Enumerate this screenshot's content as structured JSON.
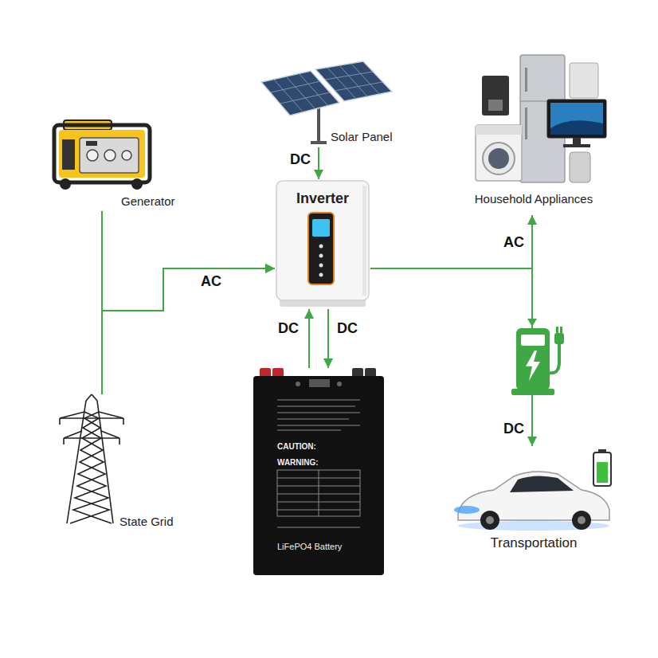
{
  "diagram": {
    "nodes": [
      {
        "text": [
          "Generator"
        ]
      },
      {
        "text": [
          "Solar Panel"
        ]
      },
      {
        "text": [
          "Inverter"
        ]
      },
      {
        "text": [
          "Household Appliances"
        ]
      },
      {
        "text": [
          "LiFePO4 Battery",
          "WARNING:",
          "CAUTION:"
        ]
      },
      {
        "text": [
          "State Grid"
        ]
      },
      {
        "text": [
          "Transportation"
        ]
      }
    ],
    "edges": [
      {
        "from": 0,
        "to": 2,
        "label": "AC",
        "arrow": "to"
      },
      {
        "from": 5,
        "to": 2,
        "arrow": "to"
      },
      {
        "from": 1,
        "to": 2,
        "label": "DC",
        "arrow": "to"
      },
      {
        "from": 4,
        "to": 2,
        "label": "DC",
        "arrow": "to"
      },
      {
        "from": 2,
        "to": 4,
        "label": "DC",
        "arrow": "to"
      },
      {
        "from": 2,
        "to": 3,
        "label": "AC",
        "arrow": "to"
      },
      {
        "from": 2,
        "to": 6,
        "label": "DC",
        "arrow": "to"
      }
    ]
  }
}
